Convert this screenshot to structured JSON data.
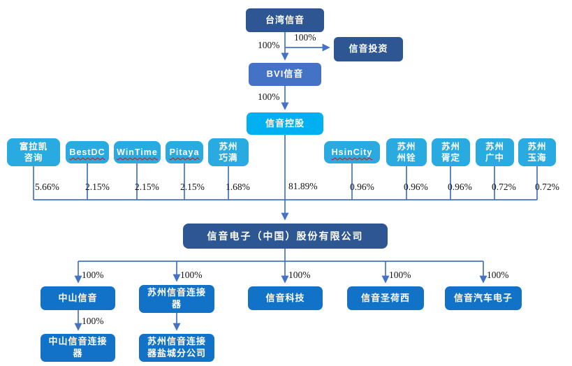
{
  "colors": {
    "dark_navy_box": "#2e5693",
    "medium_blue_box": "#4472c4",
    "cyan_box": "#00b0f0",
    "shareholder_box": "#29abe2",
    "subsidiary_box": "#1272c8",
    "connector_line": "#4472c4",
    "spellcheck_underline": "#cc1111",
    "pct_text": "#141414"
  },
  "top": {
    "taiwan": {
      "label": "台湾信音"
    },
    "investment": {
      "label": "信音投资"
    },
    "bvi": {
      "label": "BVI信音"
    },
    "holding": {
      "label": "信音控股"
    },
    "taiwan_to_bvi_pct": "100%",
    "taiwan_to_investment_pct": "100%",
    "bvi_to_holding_pct": "100%",
    "holding_to_main_pct": "81.89%"
  },
  "shareholders": [
    {
      "lines": [
        "富拉凯",
        "咨询"
      ],
      "pct": "5.66%"
    },
    {
      "lines": [
        "BestDC"
      ],
      "pct": "2.15%"
    },
    {
      "lines": [
        "WinTime"
      ],
      "pct": "2.15%"
    },
    {
      "lines": [
        "Pitaya"
      ],
      "pct": "2.15%"
    },
    {
      "lines": [
        "苏州",
        "巧满"
      ],
      "pct": "1.68%"
    },
    {
      "lines": [
        "HsinCity"
      ],
      "pct": "0.96%"
    },
    {
      "lines": [
        "苏州",
        "州铨"
      ],
      "pct": "0.96%"
    },
    {
      "lines": [
        "苏州",
        "胥定"
      ],
      "pct": "0.96%"
    },
    {
      "lines": [
        "苏州",
        "广中"
      ],
      "pct": "0.72%"
    },
    {
      "lines": [
        "苏州",
        "玉海"
      ],
      "pct": "0.72%"
    }
  ],
  "main_company": {
    "label": "信音电子（中国）股份有限公司"
  },
  "subsidiaries": [
    {
      "lines": [
        "中山信音"
      ],
      "pct": "100%"
    },
    {
      "lines": [
        "苏州信音连接",
        "器"
      ],
      "pct": "100%"
    },
    {
      "lines": [
        "信音科技"
      ],
      "pct": "100%"
    },
    {
      "lines": [
        "信音圣荷西"
      ],
      "pct": "100%"
    },
    {
      "lines": [
        "信音汽车电子"
      ],
      "pct": "100%"
    }
  ],
  "sub_subsidiaries": [
    {
      "lines": [
        "中山信音连接",
        "器"
      ],
      "pct": "100%"
    },
    {
      "lines": [
        "苏州信音连接",
        "器盐城分公司"
      ]
    }
  ]
}
